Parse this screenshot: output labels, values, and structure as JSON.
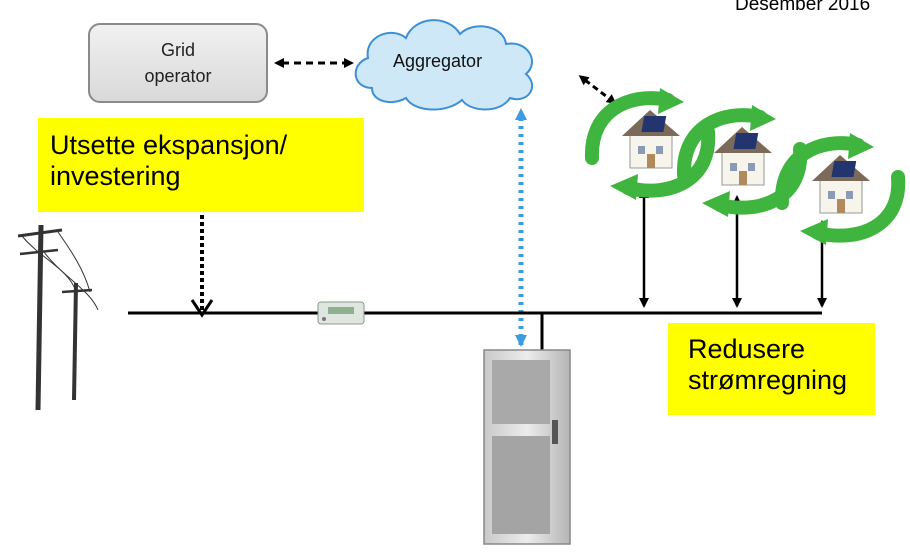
{
  "header": {
    "date_text": "Desember 2016"
  },
  "nodes": {
    "grid_operator": {
      "line1": "Grid",
      "line2": "operator"
    },
    "aggregator": {
      "label": "Aggregator"
    }
  },
  "callouts": {
    "deferral": {
      "line1": "Utsette ekspansjon/",
      "line2": "investering"
    },
    "bill": {
      "line1": "Redusere",
      "line2": "strømregning"
    }
  },
  "colors": {
    "callout_bg": "#ffff00",
    "cloud_fill": "#cfe8f8",
    "cloud_stroke": "#3d8fd6",
    "blue_arrow": "#3d9be0",
    "green": "#3fb53f",
    "line": "#000000"
  },
  "icons": {
    "utility_poles": "utility-poles-icon",
    "meter": "electric-meter-icon",
    "battery": "battery-cabinet-icon",
    "houses": "solar-house-icon"
  }
}
